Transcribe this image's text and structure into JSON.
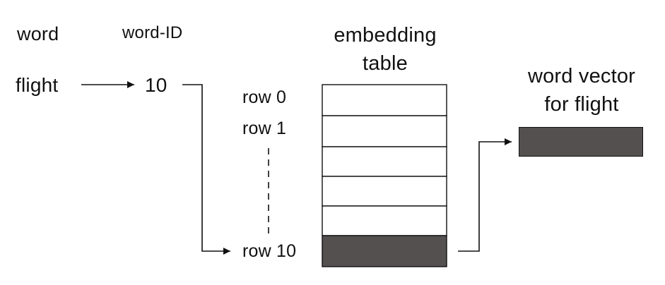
{
  "headers": {
    "word": "word",
    "word_id": "word-ID",
    "embedding_table_line1": "embedding",
    "embedding_table_line2": "table"
  },
  "lookup": {
    "word": "flight",
    "word_id": "10"
  },
  "table": {
    "rows": [
      "row 0",
      "row 1",
      "row 10"
    ],
    "highlighted_row": "row 10",
    "highlight_color": "#555050"
  },
  "output": {
    "title_line1": "word vector",
    "title_line2": "for flight",
    "vector_color": "#555050"
  }
}
